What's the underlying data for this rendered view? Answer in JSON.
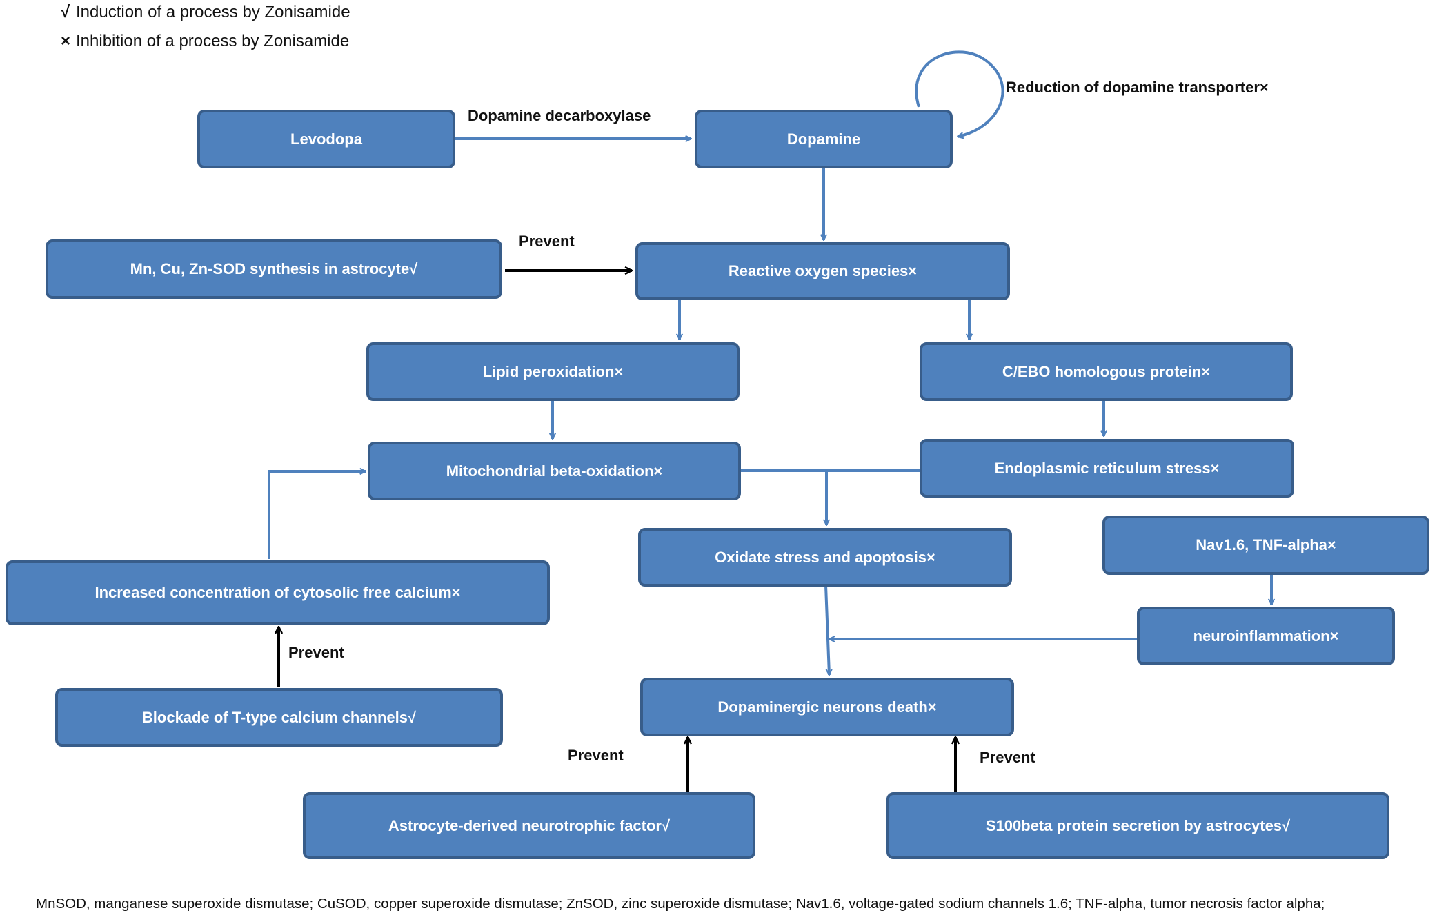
{
  "legend": [
    {
      "symbol": "√",
      "text": "Induction of a process by Zonisamide"
    },
    {
      "symbol": "×",
      "text": "Inhibition of a process by Zonisamide"
    }
  ],
  "nodes": {
    "levodopa": "Levodopa",
    "dopamine": "Dopamine",
    "sod": "Mn, Cu, Zn-SOD synthesis in astrocyte√",
    "ros": "Reactive oxygen species×",
    "lipid": "Lipid peroxidation×",
    "chop": "C/EBO homologous protein×",
    "mito": "Mitochondrial beta-oxidation×",
    "er_stress": "Endoplasmic reticulum stress×",
    "calcium": "Increased concentration of cytosolic free calcium×",
    "oxidate": "Oxidate stress and apoptosis×",
    "nav": "Nav1.6, TNF-alpha×",
    "neuroinflammation": "neuroinflammation×",
    "t_type": "Blockade of T-type calcium channels√",
    "da_death": "Dopaminergic neurons death×",
    "adnf": "Astrocyte-derived neurotrophic factor√",
    "s100": "S100beta protein secretion by astrocytes√"
  },
  "edge_labels": {
    "decarboxylase": "Dopamine decarboxylase",
    "transporter": "Reduction of dopamine transporter×",
    "prevent_sod": "Prevent",
    "prevent_ttype": "Prevent",
    "prevent_adnf": "Prevent",
    "prevent_s100": "Prevent"
  },
  "colors": {
    "box_fill": "#4f81bd",
    "box_border": "#385d8a",
    "arrow_blue": "#4f81bd",
    "arrow_black": "#000000"
  },
  "footer": "MnSOD, manganese superoxide dismutase; CuSOD, copper superoxide dismutase; ZnSOD, zinc superoxide dismutase; Nav1.6, voltage-gated sodium channels 1.6; TNF-alpha, tumor necrosis factor alpha;"
}
